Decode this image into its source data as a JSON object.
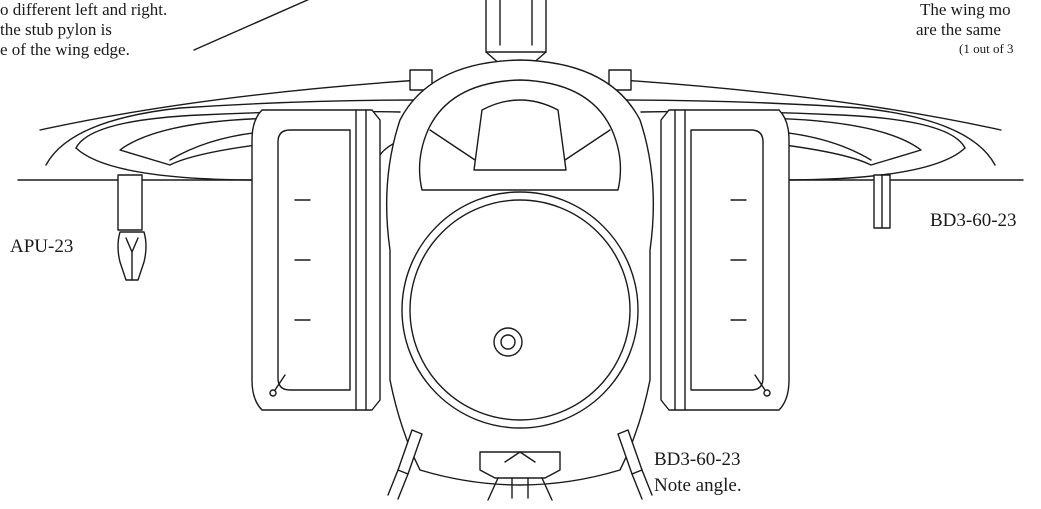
{
  "labels": {
    "note_left_line1": "o different left and right.",
    "note_left_line2": "the stub pylon is",
    "note_left_line3": "e of the wing edge.",
    "note_right_line1": "The wing mo",
    "note_right_line2": "are the same",
    "note_right_line3": "(1 out of 3",
    "apu_left": "APU-23",
    "bd_right": "BD3-60-23",
    "bd_bottom": "BD3-60-23",
    "note_angle": "Note angle."
  },
  "colors": {
    "line": "#1a1a1a",
    "background": "#ffffff"
  }
}
